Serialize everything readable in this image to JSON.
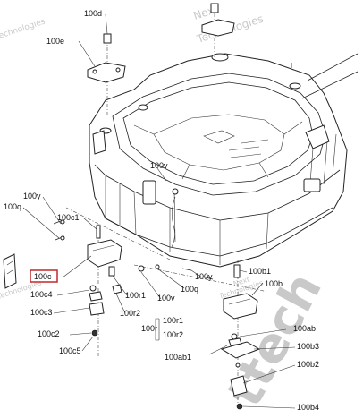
{
  "watermark": {
    "brand": "Next",
    "tagline": "Technologies",
    "big": "ttech"
  },
  "callouts": {
    "l100d": "100d",
    "l100e": "100e",
    "l100y": "100y",
    "l100q_left": "100q",
    "l100c1": "100c1",
    "l100c": "100c",
    "l100c4": "100c4",
    "l100c3": "100c3",
    "l100c2": "100c2",
    "l100c5": "100c5",
    "l100r1_left": "100r1",
    "l100r2_left": "100r2",
    "l100v_left": "100v",
    "l100q_mid": "100q",
    "l100y_right": "100y",
    "l100b1": "100b1",
    "l100b": "100b",
    "l100r": "100r",
    "l100r1_right": "100r1",
    "l100r2_right": "100r2",
    "l100ab1": "100ab1",
    "l100ab": "100ab",
    "l100b3": "100b3",
    "l100b2": "100b2",
    "l100b4": "100b4",
    "l100v_top": "100v"
  },
  "highlight_color": "#c0282d"
}
